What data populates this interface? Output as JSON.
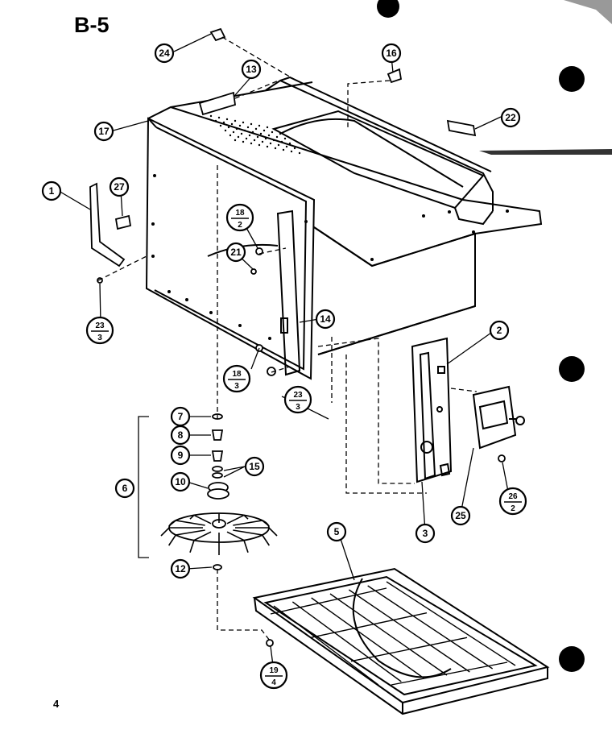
{
  "diagram": {
    "title": "B-5",
    "page_number": "4",
    "callouts": [
      {
        "id": "c24",
        "label": "24"
      },
      {
        "id": "c13",
        "label": "13"
      },
      {
        "id": "c16",
        "label": "16"
      },
      {
        "id": "c17",
        "label": "17"
      },
      {
        "id": "c22",
        "label": "22"
      },
      {
        "id": "c1",
        "label": "1"
      },
      {
        "id": "c27",
        "label": "27"
      },
      {
        "id": "c18a",
        "label": "18",
        "sub": "2"
      },
      {
        "id": "c21",
        "label": "21"
      },
      {
        "id": "c23a",
        "label": "23",
        "sub": "3"
      },
      {
        "id": "c14",
        "label": "14"
      },
      {
        "id": "c2",
        "label": "2"
      },
      {
        "id": "c18b",
        "label": "18",
        "sub": "3"
      },
      {
        "id": "c23b",
        "label": "23",
        "sub": "3"
      },
      {
        "id": "c7",
        "label": "7"
      },
      {
        "id": "c8",
        "label": "8"
      },
      {
        "id": "c9",
        "label": "9"
      },
      {
        "id": "c15",
        "label": "15"
      },
      {
        "id": "c6",
        "label": "6"
      },
      {
        "id": "c10",
        "label": "10"
      },
      {
        "id": "c26",
        "label": "26",
        "sub": "2"
      },
      {
        "id": "c25",
        "label": "25"
      },
      {
        "id": "c3",
        "label": "3"
      },
      {
        "id": "c5",
        "label": "5"
      },
      {
        "id": "c12",
        "label": "12"
      },
      {
        "id": "c19",
        "label": "19",
        "sub": "4"
      }
    ]
  }
}
